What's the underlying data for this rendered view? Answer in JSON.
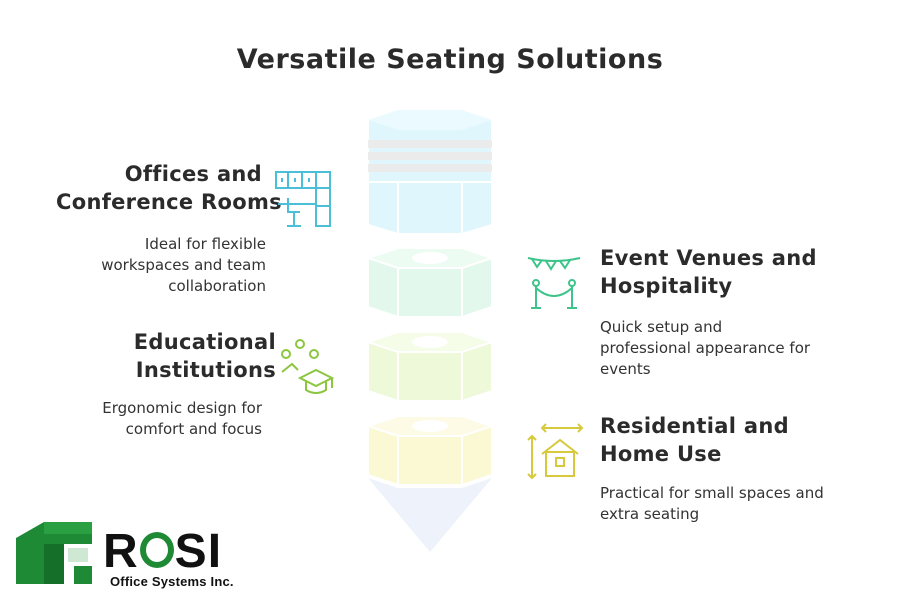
{
  "title": "Versatile Seating Solutions",
  "sections": [
    {
      "heading_line1": "Offices and",
      "heading_line2": "Conference Rooms",
      "description": [
        "Ideal for flexible",
        "workspaces and team",
        "collaboration"
      ],
      "icon": "office-cabinet-desk-icon",
      "color": "#4bbfd8"
    },
    {
      "heading_line1": "Event Venues and",
      "heading_line2": "Hospitality",
      "description": [
        "Quick setup and",
        "professional appearance for",
        "events"
      ],
      "icon": "bunting-rope-barrier-icon",
      "color": "#3ec48a"
    },
    {
      "heading_line1": "Educational",
      "heading_line2": "Institutions",
      "description": [
        "Ergonomic design for",
        "comfort and focus"
      ],
      "icon": "graduation-cap-icon",
      "color": "#8cc63f"
    },
    {
      "heading_line1": "Residential and",
      "heading_line2": "Home Use",
      "description": [
        "Practical for small spaces and",
        "extra seating"
      ],
      "icon": "house-dimensions-icon",
      "color": "#d6c93c"
    }
  ],
  "logo": {
    "name_left": "R",
    "name_right": "SI",
    "subtitle": "Office Systems Inc."
  },
  "colors": {
    "tier1": "#dff6fd",
    "tier2": "#e2f8ec",
    "tier3": "#eef9d9",
    "tier4": "#fbf8d4",
    "cone": "#eef3fb",
    "logo_green": "#1f8a35"
  }
}
